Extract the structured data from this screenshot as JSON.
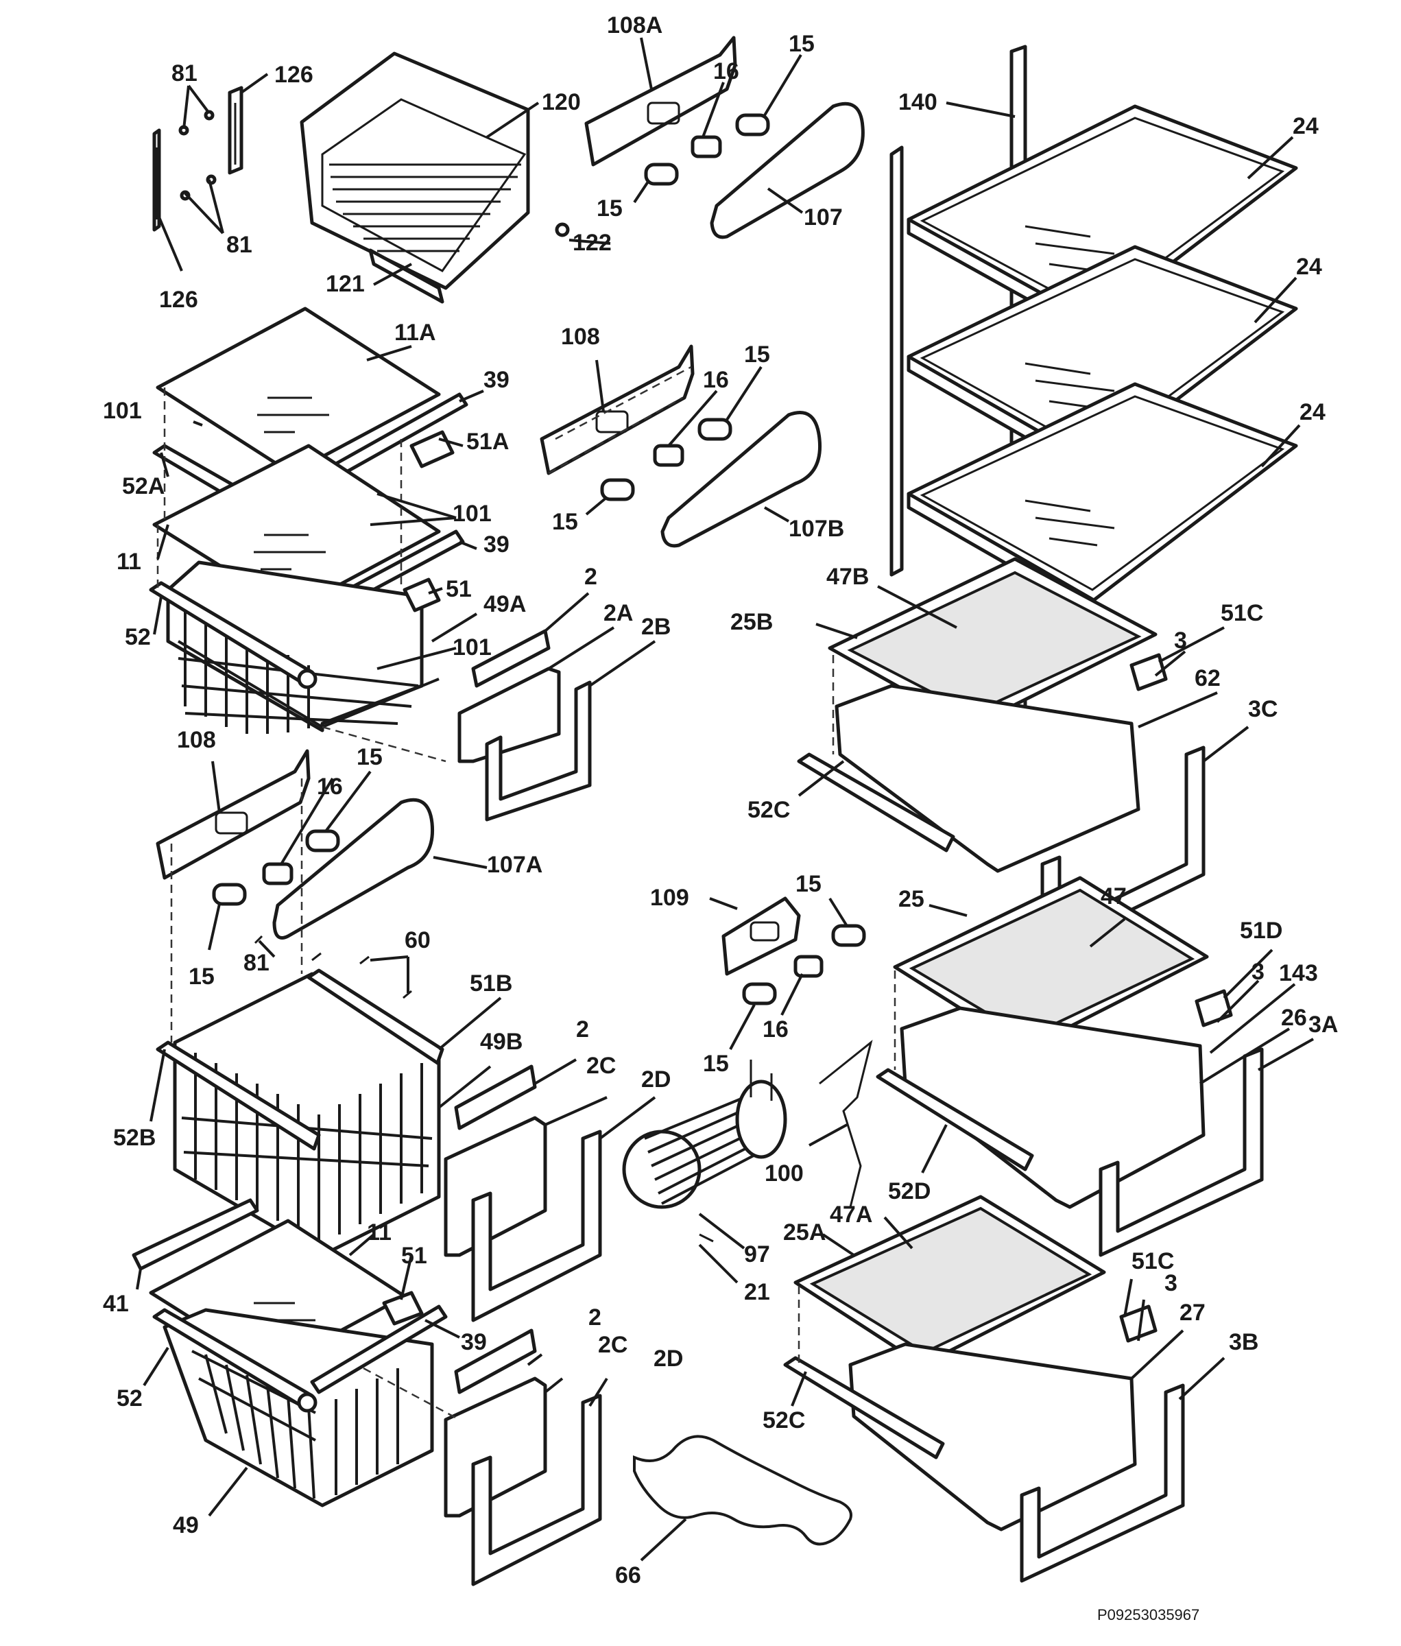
{
  "diagram": {
    "reference_code": "P09253035967",
    "callouts": {
      "c81a": "81",
      "c126a": "126",
      "c81b": "81",
      "c126b": "126",
      "c120": "120",
      "c122": "122",
      "c121": "121",
      "c108A": "108A",
      "c16a": "16",
      "c15a": "15",
      "c15b": "15",
      "c107": "107",
      "c140": "140",
      "c24a": "24",
      "c24b": "24",
      "c24c": "24",
      "c11A": "11A",
      "c39a": "39",
      "c101a": "101",
      "c51A": "51A",
      "c52A": "52A",
      "c101b": "101",
      "c11a": "11",
      "c39b": "39",
      "c51a": "51",
      "c52a": "52",
      "c49A": "49A",
      "c101c": "101",
      "c108a": "108",
      "c16b": "16",
      "c15c": "15",
      "c15d": "15",
      "c107B": "107B",
      "c2a": "2",
      "c2A": "2A",
      "c2B": "2B",
      "c47B": "47B",
      "c25B": "25B",
      "c51C": "51C",
      "c3a": "3",
      "c62": "62",
      "c3C": "3C",
      "c52C": "52C",
      "c108b": "108",
      "c15e": "15",
      "c16c": "16",
      "c107A": "107A",
      "c15f": "15",
      "c81c": "81",
      "c60": "60",
      "c109": "109",
      "c15g": "15",
      "c16d": "16",
      "c15h": "15",
      "c25": "25",
      "c47": "47",
      "c51D": "51D",
      "c3b": "3",
      "c143": "143",
      "c26": "26",
      "c3A": "3A",
      "c51B": "51B",
      "c49B": "49B",
      "c52B": "52B",
      "c2b": "2",
      "c2C": "2C",
      "c2D": "2D",
      "c100": "100",
      "c52D": "52D",
      "c47A": "47A",
      "c25A": "25A",
      "c97": "97",
      "c21": "21",
      "c11b": "11",
      "c51b": "51",
      "c41": "41",
      "c39c": "39",
      "c52b": "52",
      "c49": "49",
      "c2c": "2",
      "c2Cb": "2C",
      "c2Db": "2D",
      "c51Cb": "51C",
      "c3c": "3",
      "c27": "27",
      "c3B": "3B",
      "c52Cb": "52C",
      "c66": "66"
    }
  }
}
